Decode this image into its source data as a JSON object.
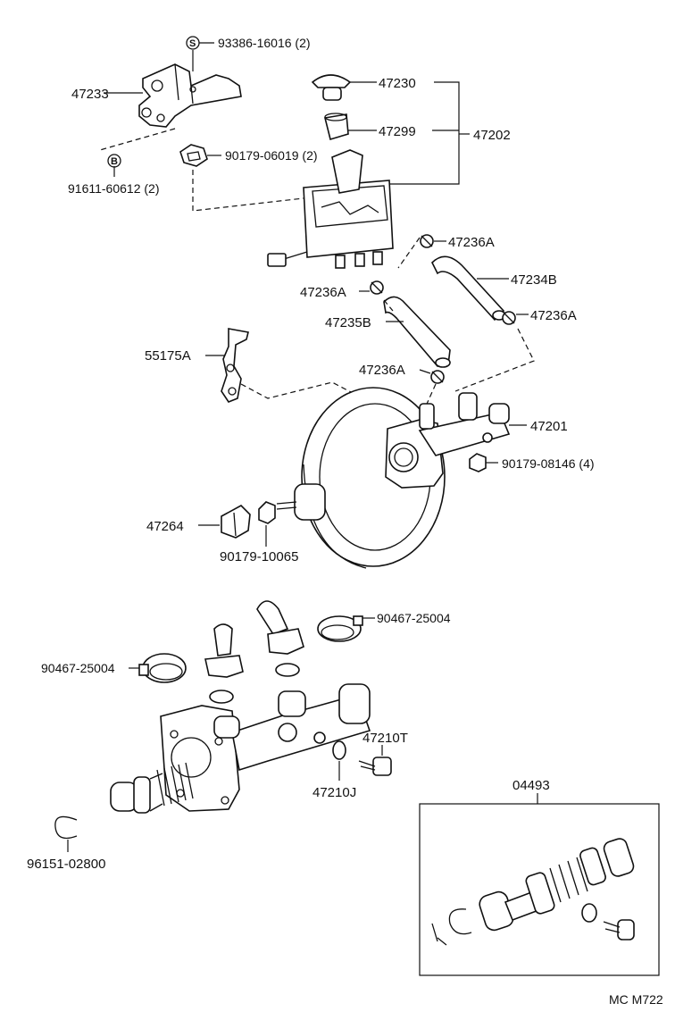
{
  "labels": {
    "p93386": "93386-16016 (2)",
    "p47233": "47233",
    "p90179_06019": "90179-06019 (2)",
    "p91611": "91611-60612 (2)",
    "p47230": "47230",
    "p47299": "47299",
    "p47202": "47202",
    "p47236A_1": "47236A",
    "p47234B": "47234B",
    "p47236A_2": "47236A",
    "p47236A_3": "47236A",
    "p47235B": "47235B",
    "p55175A": "55175A",
    "p47236A_4": "47236A",
    "p47201": "47201",
    "p90179_08146": "90179-08146 (4)",
    "p47264": "47264",
    "p90179_10065": "90179-10065",
    "p90467_a": "90467-25004",
    "p90467_b": "90467-25004",
    "p47210T": "47210T",
    "p47210J": "47210J",
    "p04493": "04493",
    "p96151": "96151-02800",
    "code": "MC M722"
  },
  "symbols": {
    "s": "S",
    "b": "B"
  },
  "icons": [
    "reservoir-icon",
    "booster-icon",
    "master-cylinder-icon",
    "bracket-icon",
    "hose-icon",
    "clamp-icon",
    "piston-kit-icon"
  ]
}
